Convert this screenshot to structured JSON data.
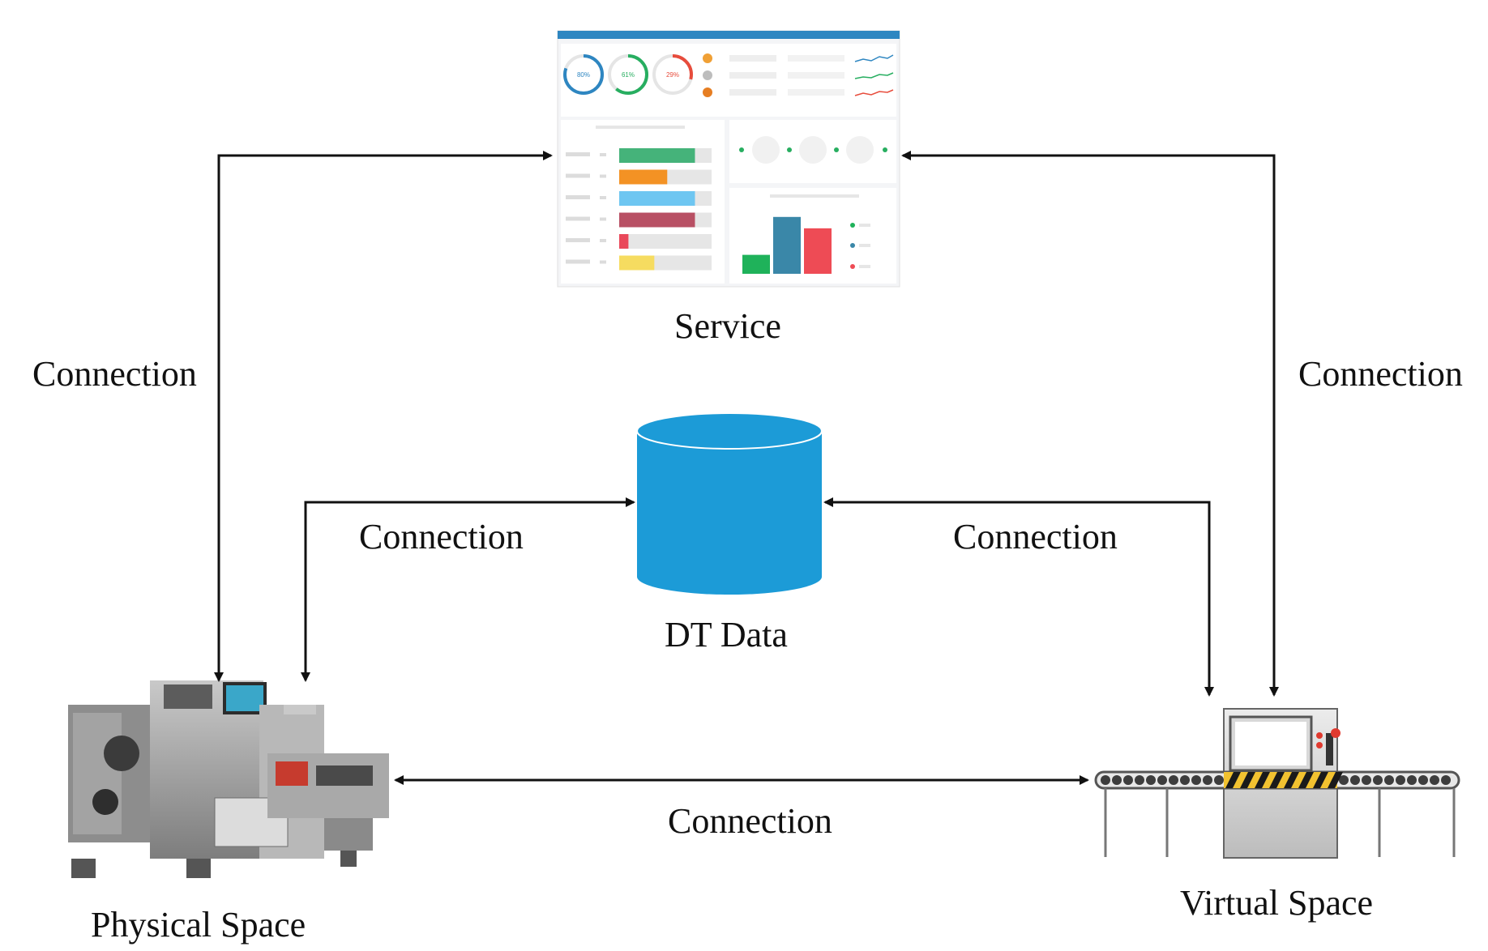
{
  "labels": {
    "service": "Service",
    "dt_data": "DT Data",
    "physical_space": "Physical Space",
    "virtual_space": "Virtual Space",
    "connection": "Connection"
  },
  "dashboard": {
    "header_color": "#2e86c1",
    "gauges": [
      {
        "value": "80%",
        "color": "#2e86c1"
      },
      {
        "value": "61%",
        "color": "#27ae60"
      },
      {
        "value": "29%",
        "color": "#e74c3c"
      }
    ],
    "bars": [
      {
        "fraction": 0.82,
        "color": "#45b37a"
      },
      {
        "fraction": 0.52,
        "color": "#f39224"
      },
      {
        "fraction": 0.82,
        "color": "#6ec6f1"
      },
      {
        "fraction": 0.82,
        "color": "#b85064"
      },
      {
        "fraction": 0.1,
        "color": "#e9485a"
      },
      {
        "fraction": 0.38,
        "color": "#f6dc60"
      }
    ],
    "column_chart": [
      {
        "value": 0.3,
        "color": "#1fb25a"
      },
      {
        "value": 0.9,
        "color": "#3a87a8"
      },
      {
        "value": 0.72,
        "color": "#ee4b55"
      }
    ]
  },
  "colors": {
    "database": "#1c9bd7",
    "arrow": "#111111",
    "machine": "#9a9a9a",
    "hazard": "#f2c230"
  }
}
